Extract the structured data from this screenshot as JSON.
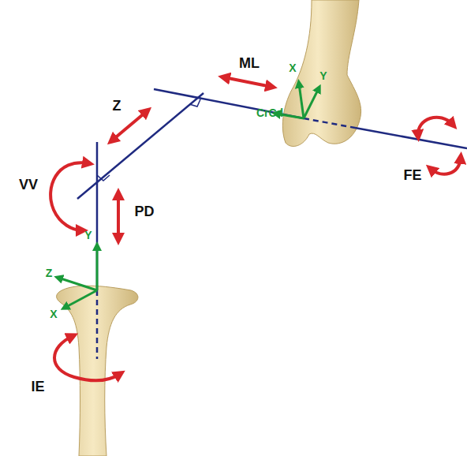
{
  "diagram": {
    "labels": [
      "ML",
      "X",
      "Y",
      "CrCd",
      "Z",
      "FE",
      "VV",
      "PD",
      "Y",
      "Z",
      "X",
      "IE"
    ]
  }
}
